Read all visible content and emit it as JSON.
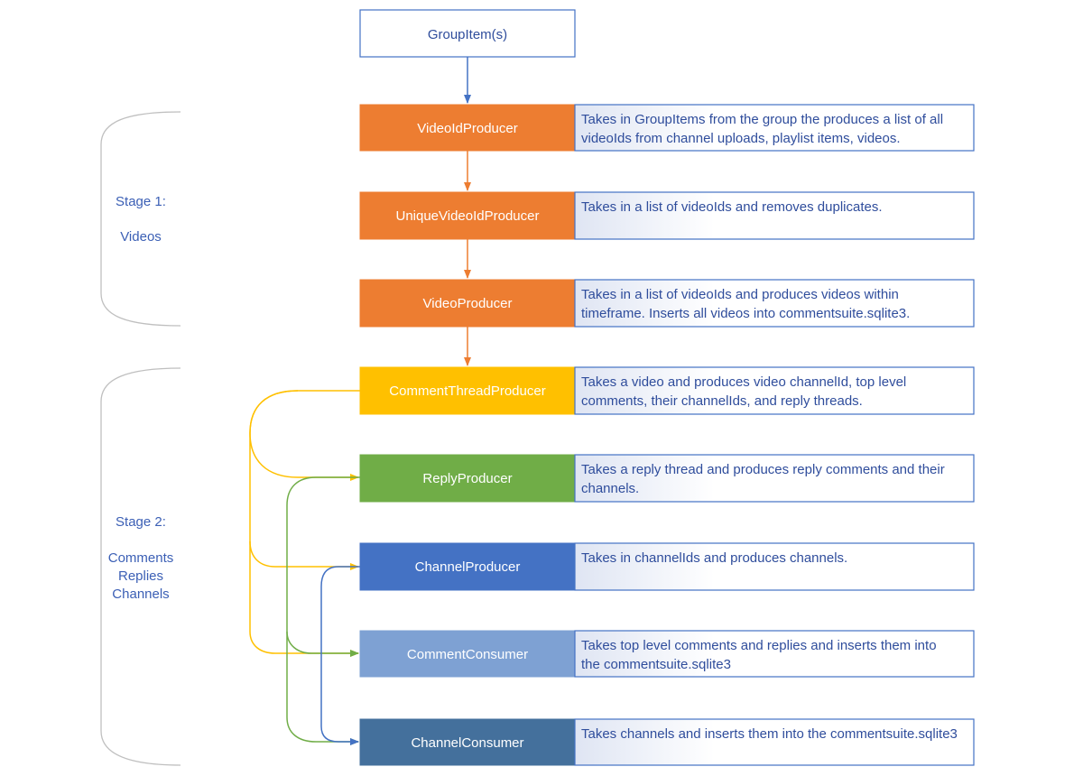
{
  "colors": {
    "arrow_blue": "#4472c4",
    "orange": "#ed7d31",
    "yellow": "#ffc000",
    "green": "#70ad47",
    "blue": "#4472c4",
    "light_blue": "#7ea1d3",
    "dark_blue": "#44709c",
    "border_blue": "#4472c4",
    "bracket_gray": "#bfbfbf"
  },
  "start": {
    "label": "GroupItem(s)"
  },
  "stages": [
    {
      "title": "Stage 1:",
      "lines": [
        "Videos"
      ]
    },
    {
      "title": "Stage 2:",
      "lines": [
        "Comments",
        "Replies",
        "Channels"
      ]
    }
  ],
  "nodes": [
    {
      "id": "video-id-producer",
      "label": "VideoIdProducer",
      "color": "#ed7d31",
      "text_color": "#ffffff",
      "description": [
        "Takes in GroupItems from the group the produces a list of all",
        "videoIds from channel uploads, playlist items, videos."
      ]
    },
    {
      "id": "unique-video-id-producer",
      "label": "UniqueVideoIdProducer",
      "color": "#ed7d31",
      "text_color": "#ffffff",
      "description": [
        "Takes in a list of videoIds and removes duplicates."
      ]
    },
    {
      "id": "video-producer",
      "label": "VideoProducer",
      "color": "#ed7d31",
      "text_color": "#ffffff",
      "description": [
        "Takes in a list of videoIds and produces videos within",
        "timeframe. Inserts all videos into commentsuite.sqlite3."
      ]
    },
    {
      "id": "comment-thread-producer",
      "label": "CommentThreadProducer",
      "color": "#ffc000",
      "text_color": "#ffffff",
      "description": [
        "Takes a video and produces video channelId, top level",
        "comments, their channelIds, and reply threads."
      ]
    },
    {
      "id": "reply-producer",
      "label": "ReplyProducer",
      "color": "#70ad47",
      "text_color": "#ffffff",
      "description": [
        "Takes a reply thread and produces reply comments and their",
        "channels."
      ]
    },
    {
      "id": "channel-producer",
      "label": "ChannelProducer",
      "color": "#4472c4",
      "text_color": "#ffffff",
      "description": [
        "Takes in channelIds and produces channels."
      ]
    },
    {
      "id": "comment-consumer",
      "label": "CommentConsumer",
      "color": "#7ea1d3",
      "text_color": "#ffffff",
      "description": [
        "Takes top level comments and replies and inserts them into",
        "the commentsuite.sqlite3"
      ]
    },
    {
      "id": "channel-consumer",
      "label": "ChannelConsumer",
      "color": "#44709c",
      "text_color": "#ffffff",
      "description": [
        "Takes channels and inserts them into the commentsuite.sqlite3"
      ]
    }
  ]
}
